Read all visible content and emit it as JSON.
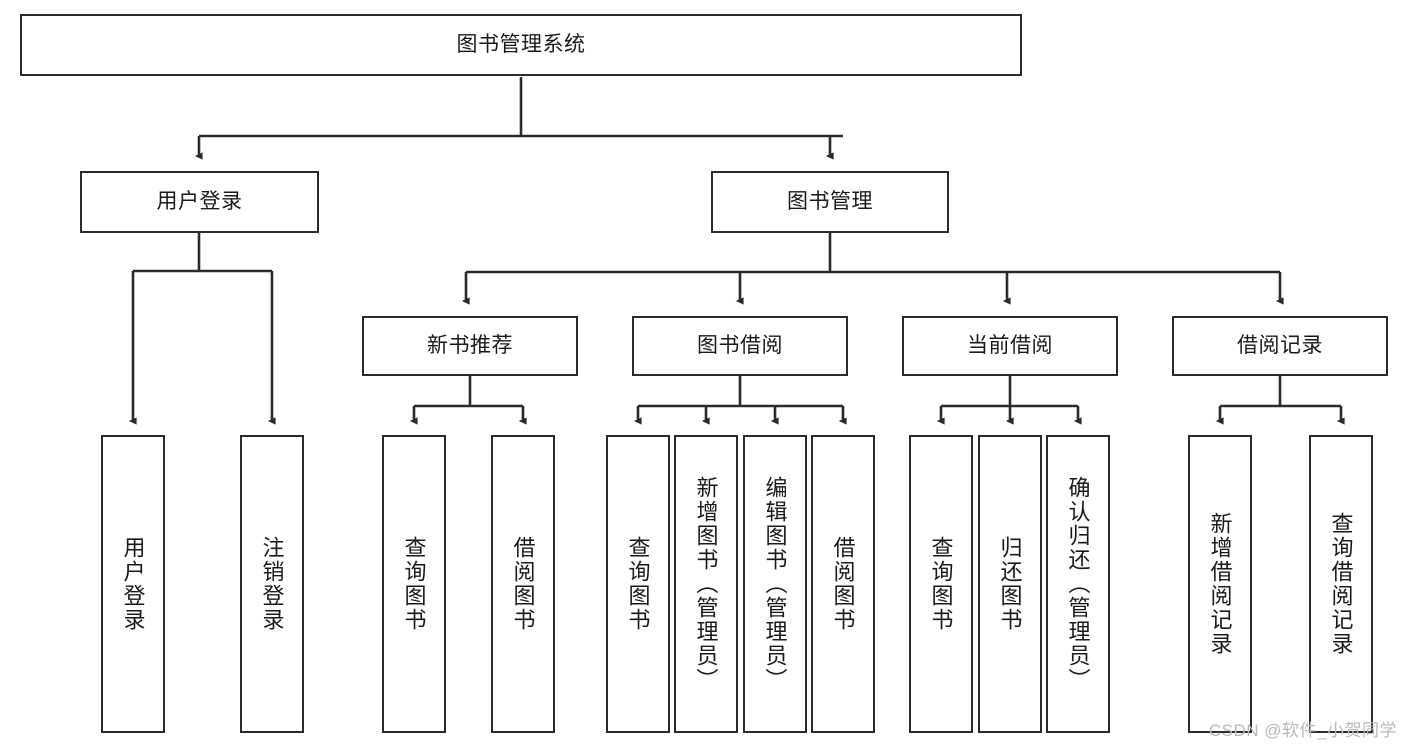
{
  "diagram": {
    "title": "图书管理系统",
    "type": "tree",
    "colors": {
      "box_border": "#2b2b2b",
      "box_fill": "#ffffff",
      "connector": "#2b2b2b",
      "text": "#1a1a1a",
      "watermark": "#b9b9b9"
    },
    "levels": {
      "root": {
        "label": "图书管理系统"
      },
      "level2": [
        {
          "id": "user-login",
          "label": "用户登录"
        },
        {
          "id": "book-management",
          "label": "图书管理"
        }
      ],
      "level3": [
        {
          "id": "new-book-recommend",
          "label": "新书推荐"
        },
        {
          "id": "book-borrow",
          "label": "图书借阅"
        },
        {
          "id": "current-borrow",
          "label": "当前借阅"
        },
        {
          "id": "borrow-record",
          "label": "借阅记录"
        }
      ],
      "leaves": [
        {
          "id": "leaf-user-login",
          "label": "用户登录",
          "parent": "user-login"
        },
        {
          "id": "leaf-logout-login",
          "label": "注销登录",
          "parent": "user-login"
        },
        {
          "id": "leaf-query-book-1",
          "label": "查询图书",
          "parent": "new-book-recommend"
        },
        {
          "id": "leaf-borrow-book-1",
          "label": "借阅图书",
          "parent": "new-book-recommend"
        },
        {
          "id": "leaf-query-book-2",
          "label": "查询图书",
          "parent": "book-borrow"
        },
        {
          "id": "leaf-add-book",
          "label": "新增图书（管理员）",
          "parent": "book-borrow"
        },
        {
          "id": "leaf-edit-book",
          "label": "编辑图书（管理员）",
          "parent": "book-borrow"
        },
        {
          "id": "leaf-borrow-book-2",
          "label": "借阅图书",
          "parent": "book-borrow"
        },
        {
          "id": "leaf-query-book-3",
          "label": "查询图书",
          "parent": "current-borrow"
        },
        {
          "id": "leaf-return-book",
          "label": "归还图书",
          "parent": "current-borrow"
        },
        {
          "id": "leaf-confirm-return",
          "label": "确认归还（管理员）",
          "parent": "current-borrow"
        },
        {
          "id": "leaf-add-record",
          "label": "新增借阅记录",
          "parent": "borrow-record"
        },
        {
          "id": "leaf-query-record",
          "label": "查询借阅记录",
          "parent": "borrow-record"
        }
      ]
    },
    "watermark": "CSDN @软件_小贺同学"
  }
}
